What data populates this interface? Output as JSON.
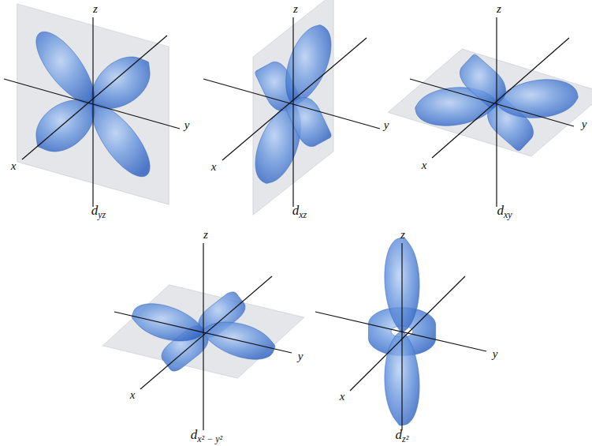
{
  "diagram": {
    "labels": [
      "z",
      "y",
      "x",
      "d",
      "yz",
      "z",
      "y",
      "x",
      "d",
      "xz",
      "z",
      "y",
      "x",
      "d",
      "xy",
      "z",
      "y",
      "x",
      "d",
      "x² − y²",
      "z",
      "y",
      "x",
      "d",
      "z²"
    ]
  }
}
